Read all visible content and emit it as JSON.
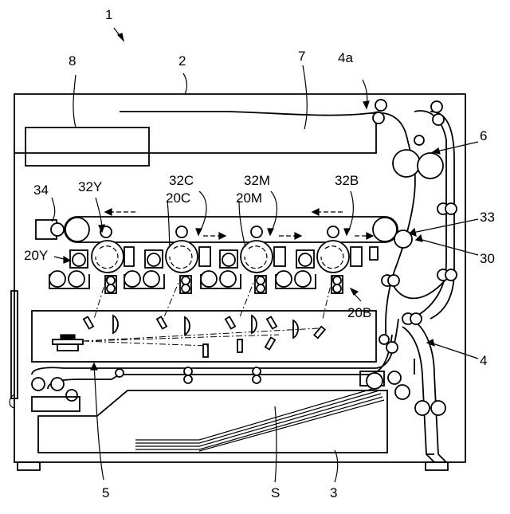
{
  "labels": {
    "l1": "1",
    "l2": "2",
    "l7": "7",
    "l8": "8",
    "l4a": "4a",
    "l6": "6",
    "l34": "34",
    "l32Y": "32Y",
    "l32C": "32C",
    "l32M": "32M",
    "l32B": "32B",
    "l20C": "20C",
    "l20M": "20M",
    "l20Y": "20Y",
    "l33": "33",
    "l30": "30",
    "l20B": "20B",
    "l4": "4",
    "l5": "5",
    "lS": "S",
    "l3": "3"
  },
  "colors": {
    "line": "#000000",
    "background": "#ffffff"
  }
}
